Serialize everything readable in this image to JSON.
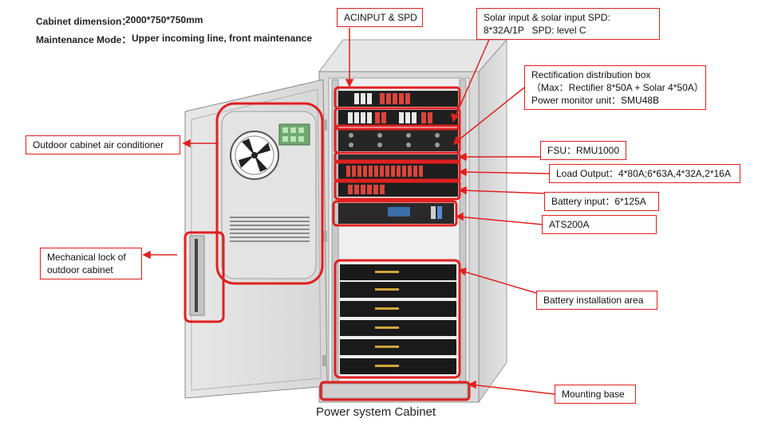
{
  "header": {
    "dimension_label": "Cabinet dimension：",
    "dimension_value": "2000*750*750mm",
    "maintenance_label": "Maintenance Mode：",
    "maintenance_value": "Upper incoming line, front maintenance"
  },
  "callouts": {
    "acinput": "ACINPUT & SPD",
    "solar_line1": "Solar input & solar input SPD:",
    "solar_line2": "8*32A/1P   SPD: level C",
    "rect_line1": "Rectification distribution box",
    "rect_line2": "（Max：Rectifier 8*50A + Solar 4*50A）",
    "rect_line3": "Power monitor unit：SMU48B",
    "fsu": "FSU：RMU1000",
    "load": "Load Output：4*80A;6*63A,4*32A,2*16A",
    "battery_input": "Battery input：6*125A",
    "ats": "ATS200A",
    "battery_area": "Battery installation area",
    "mounting": "Mounting base",
    "aircon": "Outdoor cabinet air conditioner",
    "lock_line1": "Mechanical lock of",
    "lock_line2": "outdoor cabinet"
  },
  "caption": "Power system Cabinet",
  "colors": {
    "highlight": "#e02020",
    "cabinet": "#dcdcdc",
    "equipment": "#1f1f1f"
  }
}
